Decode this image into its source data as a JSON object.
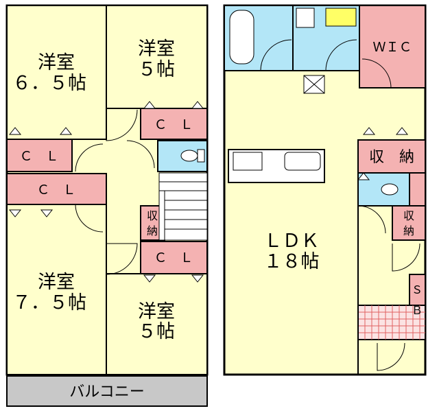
{
  "colors": {
    "room": "#ffffcc",
    "closet": "#f4b2b2",
    "wet": "#b3e6f7",
    "balcony": "#c8c8c8",
    "entry_tile": "#f2a7a7",
    "wall": "#000000"
  },
  "second_floor": {
    "bedroom_top_left": {
      "name": "洋室",
      "size": "６．５帖"
    },
    "bedroom_top_right": {
      "name": "洋室",
      "size": "５帖"
    },
    "bedroom_bottom_left": {
      "name": "洋室",
      "size": "７．５帖"
    },
    "bedroom_bottom_right": {
      "name": "洋室",
      "size": "５帖"
    },
    "closet_a": "Ｃ　Ｌ",
    "closet_b": "Ｃ　Ｌ",
    "closet_c": "Ｃ　Ｌ",
    "closet_d": "Ｃ　Ｌ",
    "storage_stair": [
      "収",
      "納"
    ],
    "balcony": "バルコニー"
  },
  "first_floor": {
    "wic": "ＷＩＣ",
    "ldk_name": "ＬＤＫ",
    "ldk_size": "１８帖",
    "storage_right": "収　納",
    "storage_small": [
      "収",
      "納"
    ],
    "shoe_box": [
      "Ｓ",
      "Ｂ"
    ]
  }
}
